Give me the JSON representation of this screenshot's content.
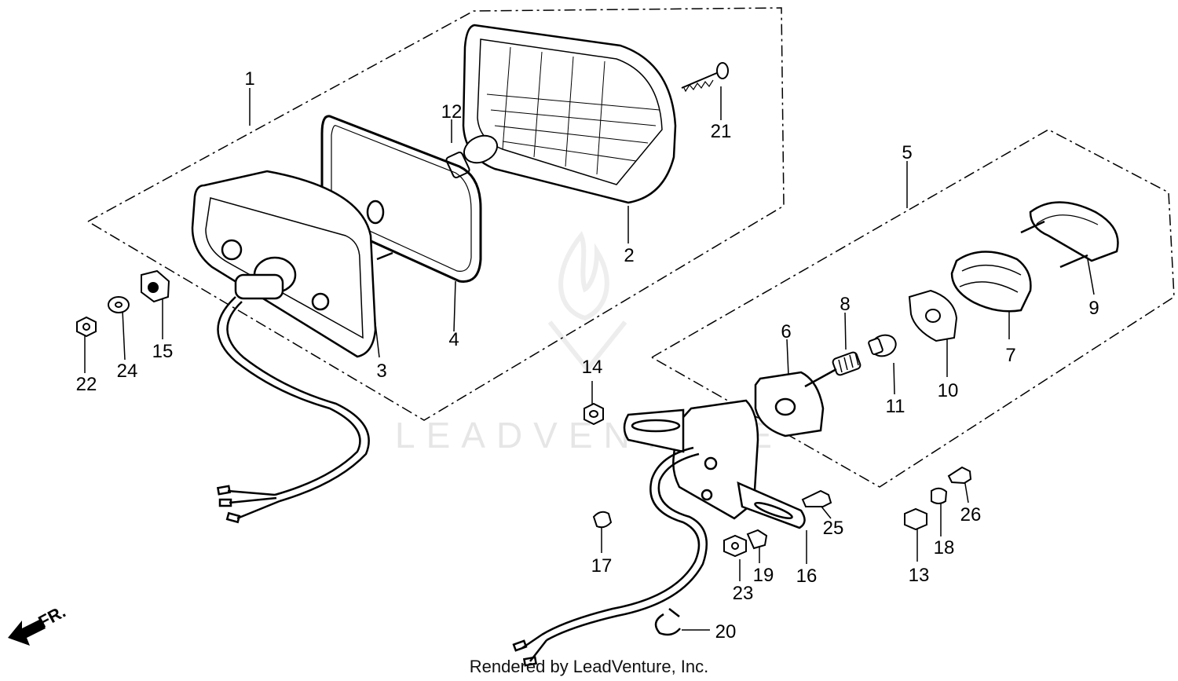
{
  "diagram": {
    "watermark": "LEADVENTURE",
    "footer": "Rendered by LeadVenture, Inc.",
    "direction_label": "FR.",
    "callouts": [
      "1",
      "2",
      "3",
      "4",
      "5",
      "6",
      "7",
      "8",
      "9",
      "10",
      "11",
      "12",
      "13",
      "14",
      "15",
      "16",
      "17",
      "18",
      "19",
      "20",
      "21",
      "22",
      "23",
      "24",
      "25",
      "26"
    ]
  }
}
